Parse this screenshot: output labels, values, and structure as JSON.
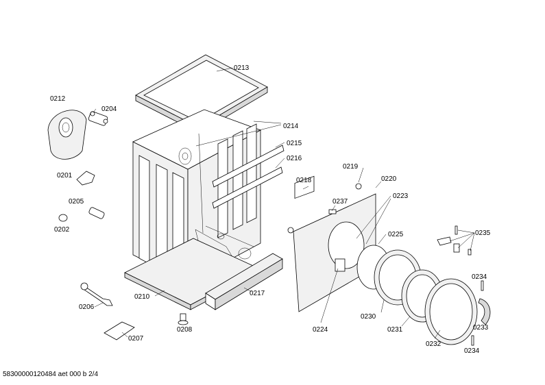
{
  "labels": {
    "p0213": "0213",
    "p0212": "0212",
    "p0204": "0204",
    "p0214": "0214",
    "p0215": "0215",
    "p0216": "0216",
    "p0219": "0219",
    "p0220": "0220",
    "p0218": "0218",
    "p0223": "0223",
    "p0201": "0201",
    "p0237": "0237",
    "p0205": "0205",
    "p0202": "0202",
    "p0235": "0235",
    "p0225": "0225",
    "p0234a": "0234",
    "p0206": "0206",
    "p0210": "0210",
    "p0217": "0217",
    "p0230": "0230",
    "p0233": "0233",
    "p0224": "0224",
    "p0231": "0231",
    "p0208": "0208",
    "p0207": "0207",
    "p0232": "0232",
    "p0234b": "0234"
  },
  "footer": "58300000120484 aet 000 b 2/4"
}
